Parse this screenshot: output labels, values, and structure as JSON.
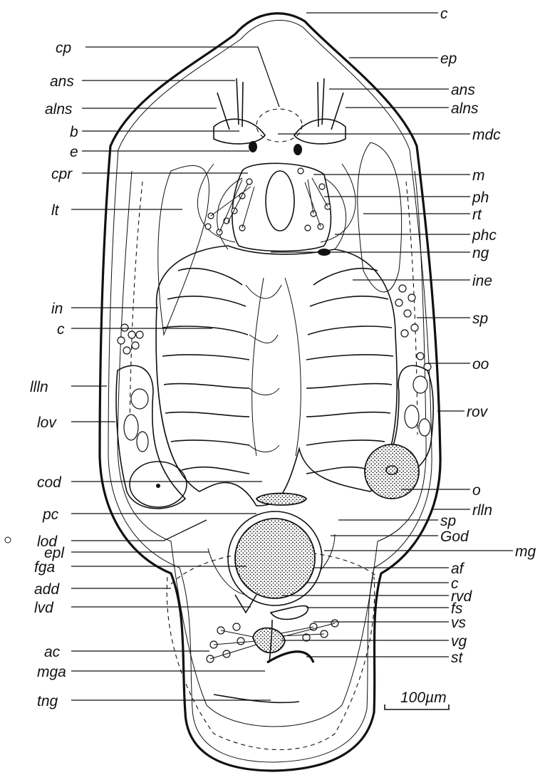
{
  "figure": {
    "labels_left": [
      "cp",
      "ans",
      "alns",
      "b",
      "e",
      "cpr",
      "lt",
      "in",
      "c",
      "llln",
      "lov",
      "cod",
      "pc",
      "lod",
      "epl",
      "fga",
      "add",
      "lvd",
      "ac",
      "mga",
      "tng"
    ],
    "labels_right": [
      "c",
      "ep",
      "ans",
      "alns",
      "mdc",
      "m",
      "ph",
      "rt",
      "phc",
      "ng",
      "ine",
      "sp",
      "oo",
      "rov",
      "o",
      "rlln",
      "sp",
      "God",
      "mg",
      "af",
      "c",
      "rvd",
      "fs",
      "vs",
      "vg",
      "st"
    ],
    "scale_bar": "100µm"
  }
}
